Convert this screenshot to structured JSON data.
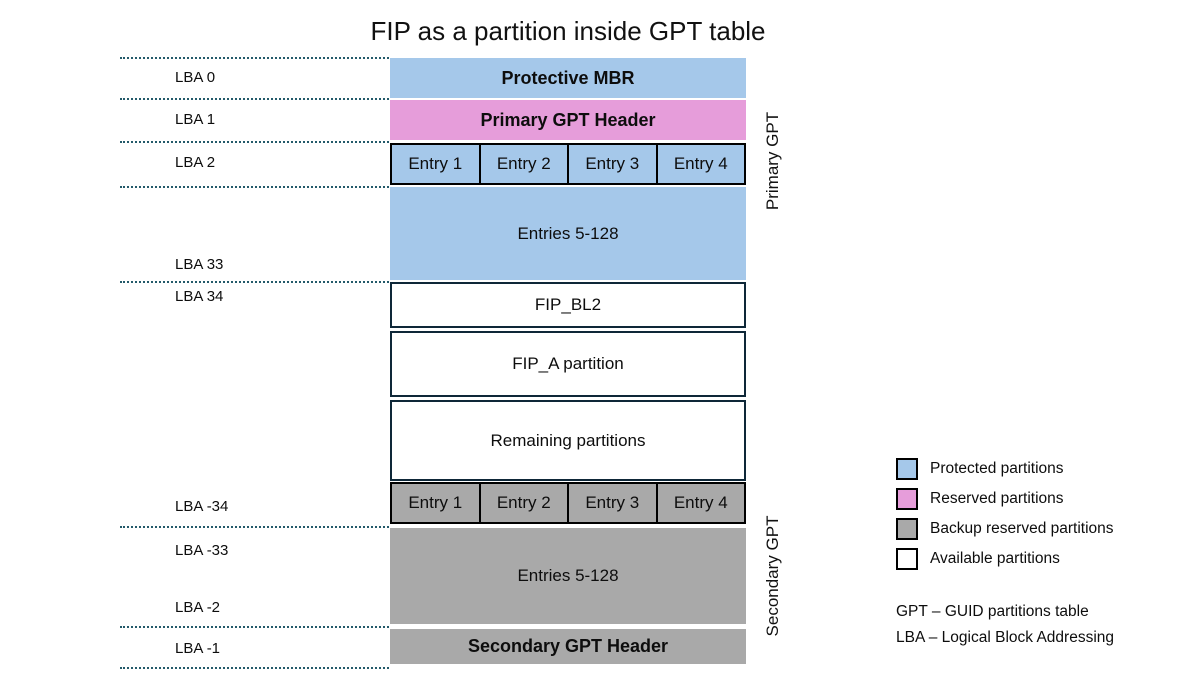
{
  "title": "FIP as a partition inside GPT table",
  "colors": {
    "protected_blue": "#a5c8ea",
    "reserved_pink": "#e69dda",
    "backup_gray": "#a9a9a9",
    "available_white": "#ffffff",
    "available_border_dark": "#0e2738",
    "entry_border_black": "#000000",
    "dotted_line_teal": "#235a6a"
  },
  "lba_labels": {
    "lba0": "LBA 0",
    "lba1": "LBA 1",
    "lba2": "LBA 2",
    "lba33": "LBA 33",
    "lba34": "LBA 34",
    "lbam34": "LBA -34",
    "lbam33": "LBA -33",
    "lbam2": "LBA -2",
    "lbam1": "LBA -1"
  },
  "blocks": {
    "protective_mbr": "Protective MBR",
    "primary_gpt_header": "Primary GPT Header",
    "primary_entries": [
      "Entry 1",
      "Entry 2",
      "Entry 3",
      "Entry 4"
    ],
    "primary_entries_rest": "Entries 5-128",
    "fip_bl2": "FIP_BL2",
    "fip_a": "FIP_A partition",
    "remaining": "Remaining partitions",
    "secondary_entries": [
      "Entry 1",
      "Entry 2",
      "Entry 3",
      "Entry 4"
    ],
    "secondary_entries_rest": "Entries 5-128",
    "secondary_gpt_header": "Secondary GPT Header"
  },
  "side_labels": {
    "primary": "Primary GPT",
    "secondary": "Secondary GPT"
  },
  "legend": {
    "items": [
      {
        "label": "Protected partitions",
        "color": "#a5c8ea"
      },
      {
        "label": "Reserved partitions",
        "color": "#e69dda"
      },
      {
        "label": "Backup reserved partitions",
        "color": "#a9a9a9"
      },
      {
        "label": "Available partitions",
        "color": "#ffffff"
      }
    ],
    "footnotes": [
      "GPT – GUID partitions table",
      "LBA – Logical Block Addressing"
    ]
  }
}
